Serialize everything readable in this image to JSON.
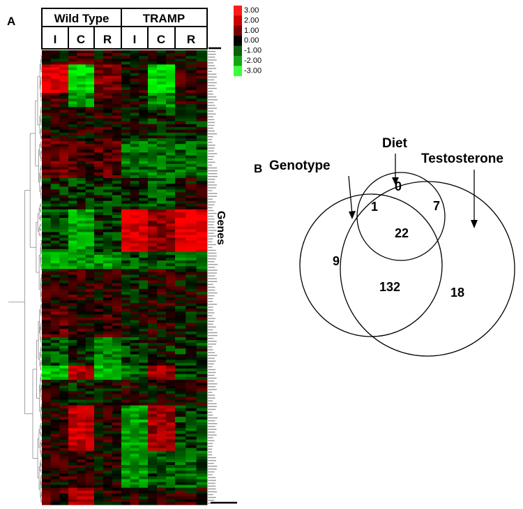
{
  "chart_data": [
    {
      "type": "heatmap",
      "panel_label": "A",
      "groups": [
        {
          "name": "Wild Type",
          "columns": [
            "I",
            "C",
            "R"
          ]
        },
        {
          "name": "TRAMP",
          "columns": [
            "I",
            "C",
            "R"
          ]
        }
      ],
      "row_axis_label": "Genes",
      "color_scale": {
        "ticks": [
          "3.00",
          "2.00",
          "1.00",
          "0.00",
          "-1.00",
          "-2.00",
          "-3.00"
        ],
        "colors": [
          "#ff1a1a",
          "#cc0000",
          "#7a0000",
          "#000000",
          "#0c5f0c",
          "#13a613",
          "#3cff3c"
        ],
        "min": -3,
        "max": 3
      }
    },
    {
      "type": "venn",
      "panel_label": "B",
      "sets": [
        "Genotype",
        "Diet",
        "Testosterone"
      ],
      "regions": [
        {
          "sets": [
            "Genotype"
          ],
          "value": "9"
        },
        {
          "sets": [
            "Diet"
          ],
          "value": "0"
        },
        {
          "sets": [
            "Testosterone"
          ],
          "value": "18"
        },
        {
          "sets": [
            "Genotype",
            "Diet"
          ],
          "value": "1"
        },
        {
          "sets": [
            "Diet",
            "Testosterone"
          ],
          "value": "7"
        },
        {
          "sets": [
            "Genotype",
            "Testosterone"
          ],
          "value": "132"
        },
        {
          "sets": [
            "Genotype",
            "Diet",
            "Testosterone"
          ],
          "value": "22"
        }
      ]
    }
  ]
}
